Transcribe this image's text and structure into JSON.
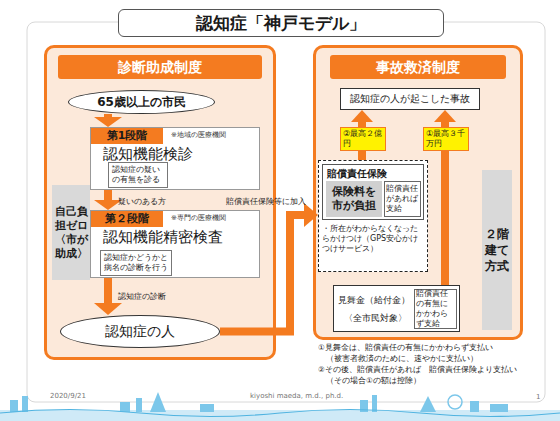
{
  "diagram": {
    "title": "認知症「神戸モデル」",
    "nodes": [
      {
        "text": [
          "診断助成制度"
        ]
      },
      {
        "text": [
          "65歳以上の市民"
        ],
        "in": 0
      },
      {
        "text": [
          "第1段階",
          "※地域の医療機関",
          "認知機能検診"
        ],
        "in": 0
      },
      {
        "text": [
          "認知症の疑いの有無を診る"
        ],
        "in": 2
      },
      {
        "text": [
          "第２段階",
          "※専門の医療機関",
          "認知機能精密検査"
        ],
        "in": 0
      },
      {
        "text": [
          "認知症かどうかと病名の診断を行う"
        ],
        "in": 4
      },
      {
        "text": [
          "認知症の人"
        ],
        "in": 0
      },
      {
        "text": [
          "自己負担ゼロ〈市が助成〉"
        ],
        "in": 0
      },
      {
        "text": [
          "事故救済制度"
        ]
      },
      {
        "text": [
          "認知症の人が起こした事故"
        ],
        "in": 8
      },
      {
        "text": [
          "・所在がわからなくなったらかけつけ（GPS安心かけつけサービス）"
        ],
        "in": 8
      },
      {
        "text": [
          "賠償責任保険"
        ],
        "in": 10
      },
      {
        "text": [
          "保険料を市が負担"
        ],
        "in": 11
      },
      {
        "text": [
          "賠償責任があれば支給"
        ],
        "in": 11
      },
      {
        "text": [
          "見舞金（給付金）",
          "〈全市民対象〉"
        ],
        "in": 8
      },
      {
        "text": [
          "賠償責任の有無にかかわらず支給"
        ],
        "in": 14
      },
      {
        "text": [
          "２階建て方式"
        ],
        "in": 8
      }
    ],
    "edges": [
      {
        "from": 1,
        "to": 2,
        "arrow": "to"
      },
      {
        "from": 2,
        "to": 4,
        "label": "疑いのある方",
        "arrow": "to"
      },
      {
        "from": 4,
        "to": 6,
        "label": "認知症の診断",
        "arrow": "to"
      },
      {
        "from": 6,
        "to": 10,
        "label": "賠償責任保険等に加入",
        "arrow": "to"
      },
      {
        "from": 10,
        "to": 9,
        "label": "②最高２億円",
        "arrow": "to"
      },
      {
        "from": 14,
        "to": 9,
        "label": "①最高３千万円",
        "arrow": "to"
      }
    ],
    "labels": [
      "①見舞金は、賠償責任の有無にかかわらず支払い",
      "（被害者救済のために、速やかに支払い）",
      "②その後、賠償責任があれば　賠償責任保険より支払い",
      "（その場合①の額は控除）",
      "2020/9/21",
      "kiyoshi maeda, m.d., ph.d.",
      "1"
    ]
  }
}
